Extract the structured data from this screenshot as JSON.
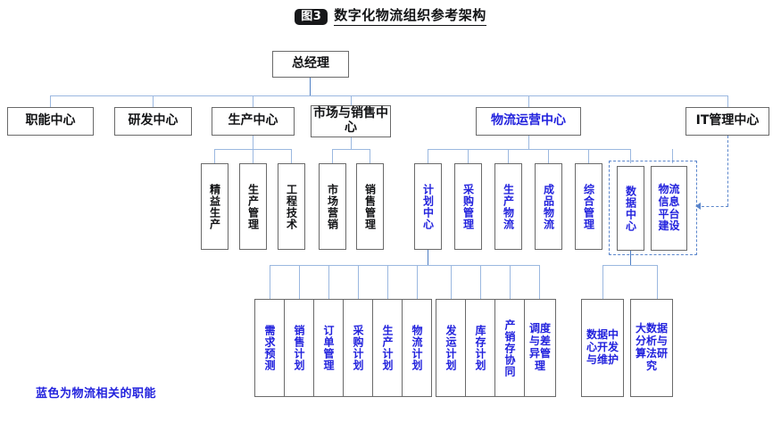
{
  "figure": {
    "badge": "图3",
    "title": "数字化物流组织参考架构"
  },
  "legend": {
    "note": "蓝色为物流相关的职能",
    "blue_hex": "#2222dd",
    "line_hex": "#4f7fc4",
    "box_border_hex": "#6a6a6a"
  },
  "chart_data": {
    "type": "diagram",
    "subtype": "org-chart",
    "title": "数字化物流组织参考架构",
    "root": "总经理",
    "levels": [
      {
        "level": 1,
        "nodes": [
          {
            "label": "总经理",
            "blue": false
          }
        ]
      },
      {
        "level": 2,
        "nodes": [
          {
            "label": "职能中心",
            "blue": false
          },
          {
            "label": "研发中心",
            "blue": false
          },
          {
            "label": "生产中心",
            "blue": false
          },
          {
            "label": "市场与销售中心",
            "blue": false
          },
          {
            "label": "物流运营中心",
            "blue": true
          },
          {
            "label": "IT管理中心",
            "blue": false
          }
        ]
      },
      {
        "level": 3,
        "groups": [
          {
            "parent": "生产中心",
            "nodes": [
              {
                "label": "精益生产",
                "blue": false
              },
              {
                "label": "生产管理",
                "blue": false
              },
              {
                "label": "工程技术",
                "blue": false
              }
            ]
          },
          {
            "parent": "市场与销售中心",
            "nodes": [
              {
                "label": "市场营销",
                "blue": false
              },
              {
                "label": "销售管理",
                "blue": false
              }
            ]
          },
          {
            "parent": "物流运营中心",
            "nodes": [
              {
                "label": "计划中心",
                "blue": true
              },
              {
                "label": "采购管理",
                "blue": true
              },
              {
                "label": "生产物流",
                "blue": true
              },
              {
                "label": "成品物流",
                "blue": true
              },
              {
                "label": "综合管理",
                "blue": true
              },
              {
                "label": "数据中心",
                "blue": true
              },
              {
                "label": "物流信息平台建设",
                "blue": true
              }
            ]
          }
        ]
      },
      {
        "level": 4,
        "groups": [
          {
            "parent": "计划中心",
            "nodes": [
              {
                "label": "需求预测",
                "blue": true
              },
              {
                "label": "销售计划",
                "blue": true
              },
              {
                "label": "订单管理",
                "blue": true
              },
              {
                "label": "采购计划",
                "blue": true
              },
              {
                "label": "生产计划",
                "blue": true
              },
              {
                "label": "物流计划",
                "blue": true
              },
              {
                "label": "发运计划",
                "blue": true
              },
              {
                "label": "库存计划",
                "blue": true
              },
              {
                "label": "产销存协同",
                "blue": true
              },
              {
                "label": "调度与差异管理",
                "blue": true
              }
            ]
          },
          {
            "parent": "数据中心",
            "nodes": [
              {
                "label": "数据中心开发与维护",
                "blue": true
              },
              {
                "label": "大数据分析与算法研究",
                "blue": true
              }
            ]
          }
        ]
      }
    ],
    "dashed_group": {
      "label": "数据中心 / 物流信息平台建设",
      "members": [
        "数据中心",
        "物流信息平台建设"
      ],
      "linked_from": "IT管理中心",
      "link_style": "dashed-arrow"
    },
    "annotation": "蓝色为物流相关的职能"
  },
  "nodes": {
    "gm": "总经理",
    "l2": {
      "func": "职能中心",
      "rnd": "研发中心",
      "prod": "生产中心",
      "sales": "市场与销售中心",
      "logistics": "物流运营中心",
      "it": "IT管理中心"
    },
    "l3": {
      "lean": "精益生产",
      "prodmgmt": "生产管理",
      "engtech": "工程技术",
      "marketing": "市场营销",
      "salesmgmt": "销售管理",
      "plancenter": "计划中心",
      "purchase": "采购管理",
      "prodlog": "生产物流",
      "finishedlog": "成品物流",
      "general": "综合管理",
      "datacenter": "数据中心",
      "logplatform": "物流信息平台建设"
    },
    "l4": {
      "demand": "需求预测",
      "salesplan": "销售计划",
      "order": "订单管理",
      "purchaseplan": "采购计划",
      "prodplan": "生产计划",
      "logplan": "物流计划",
      "shipplan": "发运计划",
      "invplan": "库存计划",
      "psi": "产销存协同",
      "dispatch": "调度与差异管理",
      "dcdev": "数据中心开发与维护",
      "bigdata": "大数据分析与算法研究"
    }
  }
}
